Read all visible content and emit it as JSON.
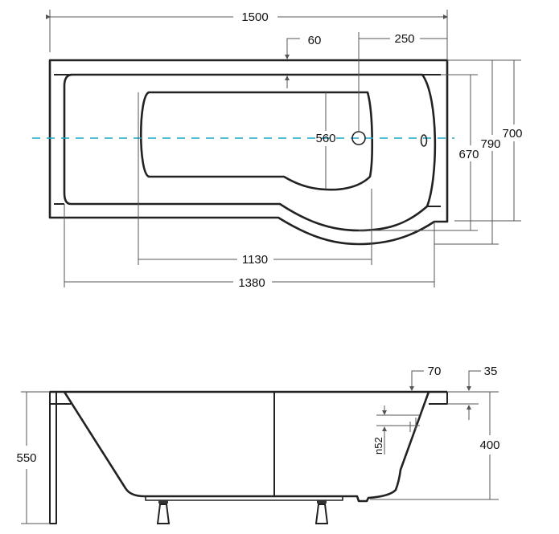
{
  "top_view": {
    "length_overall": "1500",
    "rim_width": "60",
    "drain_offset": "250",
    "seat_width": "560",
    "inner_width": "670",
    "width_max": "790",
    "width_narrow": "700",
    "seat_length": "1130",
    "inner_length": "1380",
    "axis_color": "#1aa6c8"
  },
  "side_view": {
    "rim_thickness": "70",
    "edge_thickness": "35",
    "depth": "400",
    "total_height": "550",
    "overflow_diameter": "n52"
  }
}
